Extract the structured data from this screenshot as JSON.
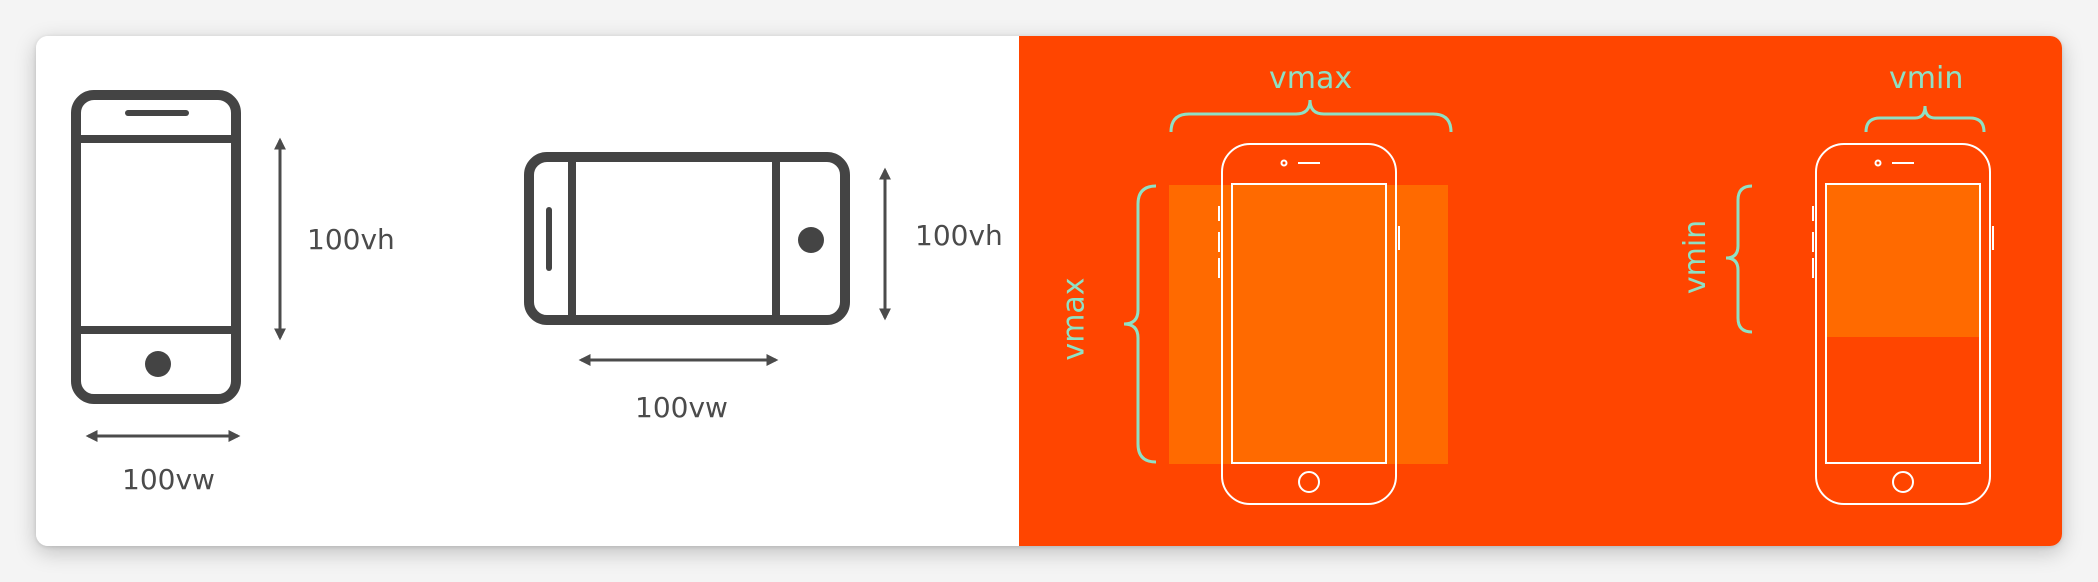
{
  "diagram": {
    "left": {
      "portrait": {
        "height_label": "100vh",
        "width_label": "100vw"
      },
      "landscape": {
        "height_label": "100vh",
        "width_label": "100vw"
      }
    },
    "right": {
      "vmax": {
        "top_label": "vmax",
        "side_label": "vmax"
      },
      "vmin": {
        "top_label": "vmin",
        "side_label": "vmin"
      }
    }
  },
  "colors": {
    "left_background": "#ffffff",
    "right_background": "#ff4500",
    "device_stroke_dark": "#444444",
    "highlight_fill": "#ff6a00",
    "device_stroke_light": "#ffffff",
    "label_dark": "#4b4b4b",
    "brace_and_label_mint": "#8fe0c4"
  }
}
